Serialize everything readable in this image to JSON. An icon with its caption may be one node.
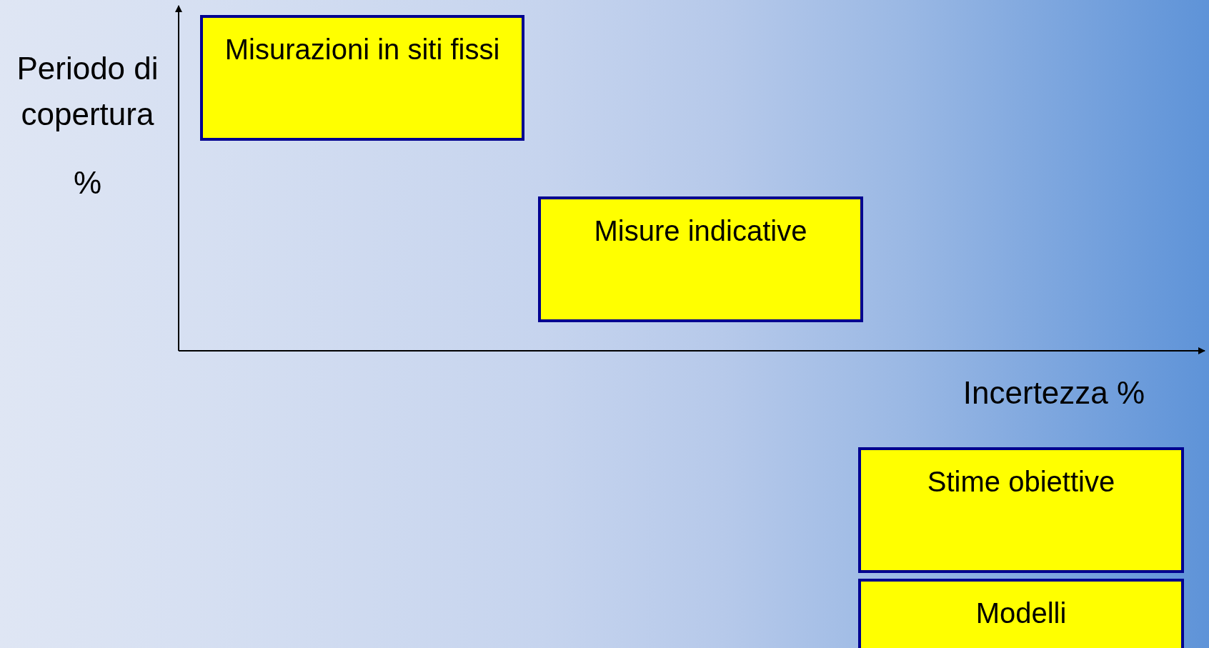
{
  "diagram": {
    "nodes": [
      {
        "text": [
          "Misurazioni in siti fissi"
        ]
      },
      {
        "text": [
          "Misure indicative"
        ]
      },
      {
        "text": [
          "Stime obiettive"
        ]
      },
      {
        "text": [
          "Modelli"
        ]
      }
    ],
    "labels": [
      "Periodo di copertura",
      "%",
      "Incertezza %"
    ]
  }
}
